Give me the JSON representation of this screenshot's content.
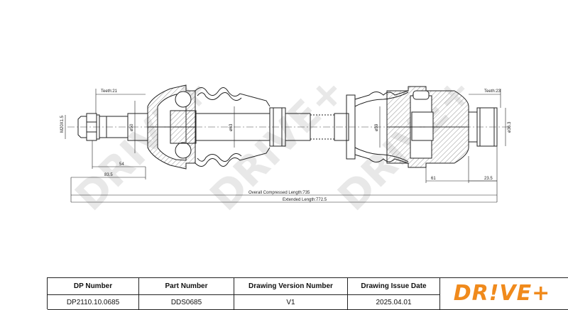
{
  "drawing": {
    "dimensions": {
      "left_teeth": "Teeth:21",
      "right_teeth": "Teeth:23",
      "left_thread": "M20X1.5",
      "left_shaft_dia": "ø50",
      "left_mid_dia": "ø63",
      "right_mid_dia": "ø59",
      "right_stub_dia": "ø36.3",
      "len_54": "54",
      "len_83_5": "83.5",
      "len_61": "61",
      "len_23_5": "23.5",
      "overall": "Overall Compressed Length:735",
      "extended": "Extended Length:772.5"
    },
    "watermark": "DRIVE+",
    "colors": {
      "line": "#222222",
      "hatch": "#555555",
      "watermark": "#e6e6e6"
    }
  },
  "title_block": {
    "headers": [
      "DP Number",
      "Part Number",
      "Drawing Version Number",
      "Drawing Issue Date"
    ],
    "values": [
      "DP2110.10.0685",
      "DDS0685",
      "V1",
      "2025.04.01"
    ],
    "logo": "DR!VE+",
    "logo_color": "#f08a1c"
  }
}
